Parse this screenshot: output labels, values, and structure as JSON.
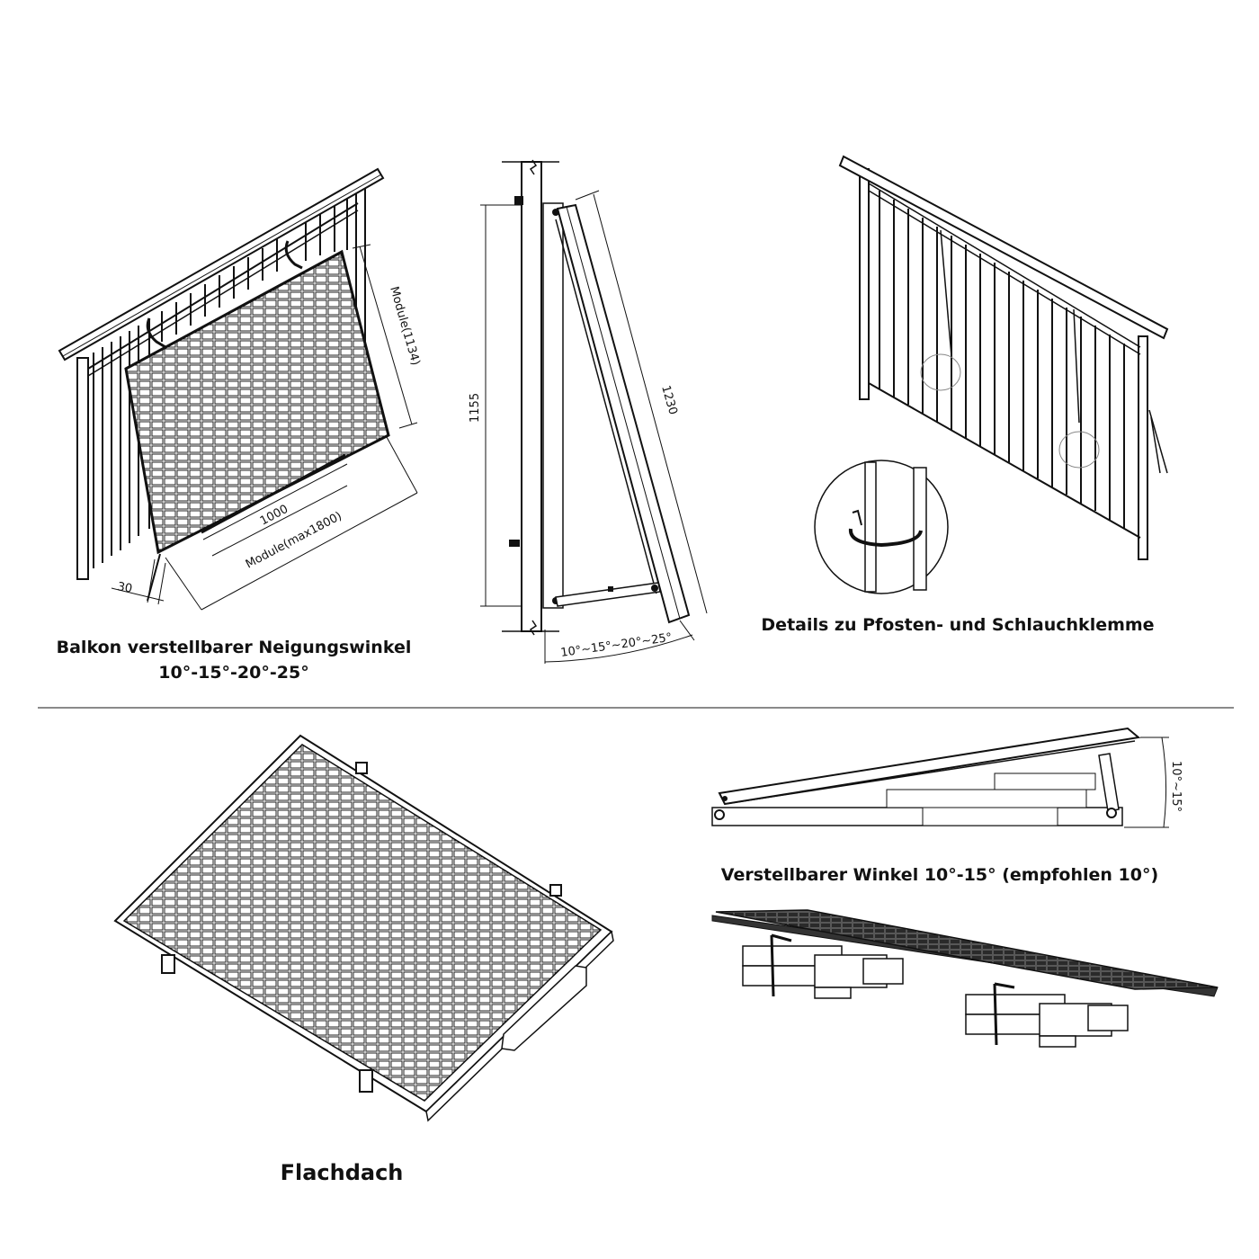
{
  "captions": {
    "balcony_line1": "Balkon verstellbarer Neigungswinkel",
    "balcony_line2": "10°-15°-20°-25°",
    "clamp_details": "Details zu Pfosten- und Schlauchklemme",
    "flat_angle": "Verstellbarer Winkel 10°-15° (empfohlen 10°)",
    "flat_roof": "Flachdach"
  },
  "dimensions": {
    "module_height": "Module(1134)",
    "width_1000": "1000",
    "module_width": "Module(max1800)",
    "offset_30": "30",
    "side_height": "1155",
    "side_length": "1230",
    "tilt_options": "10°~15°~20°~25°",
    "flat_tilt": "10°~15°"
  }
}
